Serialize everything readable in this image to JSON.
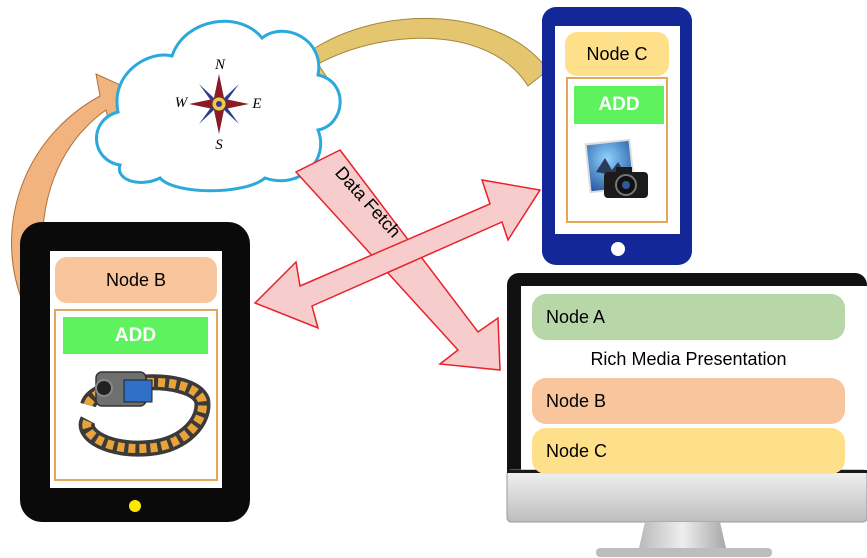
{
  "cloud": {
    "compass": {
      "north": "N",
      "south": "S",
      "east": "E",
      "west": "W"
    }
  },
  "arrow_label": "Data Fetch",
  "tablet": {
    "node_title": "Node B",
    "add_label": "ADD",
    "media_icon": "video-camera-film-reel-icon"
  },
  "phone": {
    "node_title": "Node C",
    "add_label": "ADD",
    "media_icon": "photo-camera-icon"
  },
  "monitor": {
    "rows": [
      "Node A",
      "Rich Media Presentation",
      "Node B",
      "Node C"
    ]
  },
  "colors": {
    "node_a": "#b7d7a8",
    "node_b": "#f8c59c",
    "node_c": "#ffe08a",
    "add": "#5ef35e",
    "cloud_outline": "#2ba9dc",
    "phone_frame": "#142799",
    "arrow_fill": "#f7cccc",
    "arrow_stroke": "#e8222a",
    "orange_arrow": "#f2b47f",
    "gold_arrow": "#e4c570"
  }
}
